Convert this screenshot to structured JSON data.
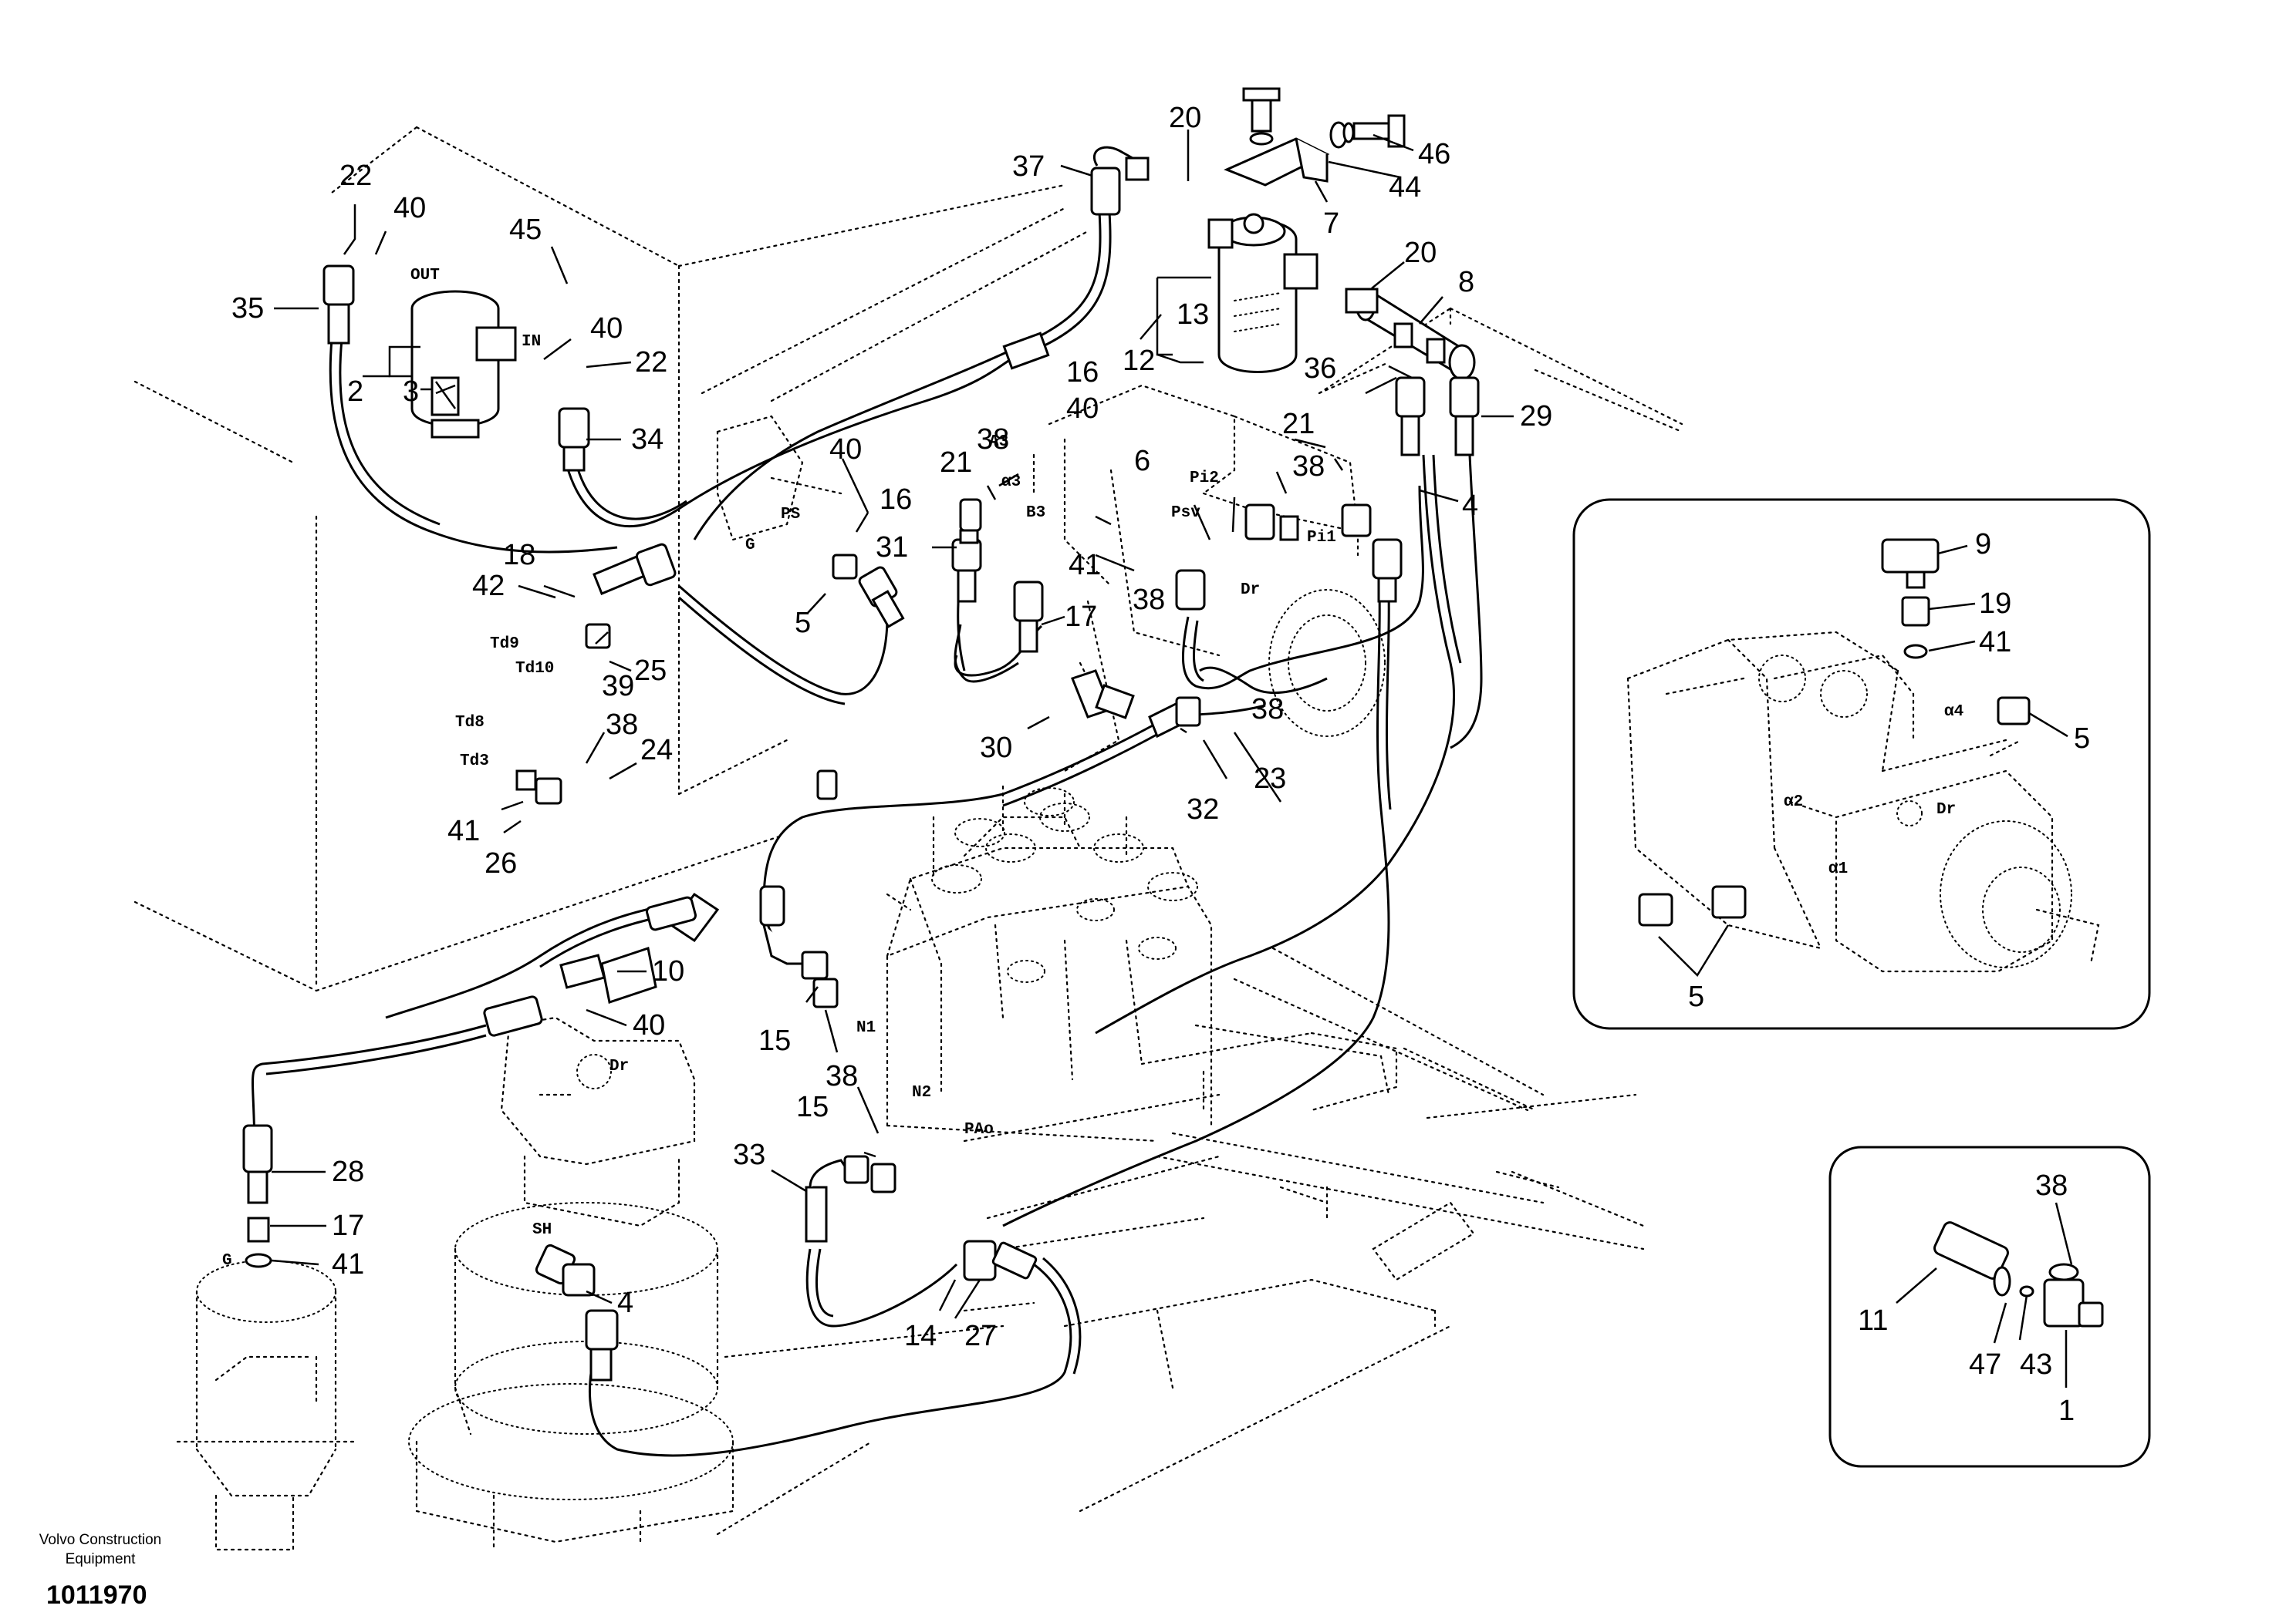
{
  "footer": {
    "brand_line1": "Volvo Construction",
    "brand_line2": "Equipment",
    "drawing_number": "1011970"
  },
  "port_labels": [
    {
      "id": "out",
      "text": "OUT"
    },
    {
      "id": "in",
      "text": "IN"
    },
    {
      "id": "a3",
      "text": "A3"
    },
    {
      "id": "ps",
      "text": "PS"
    },
    {
      "id": "g-pump",
      "text": "G"
    },
    {
      "id": "alpha3",
      "text": "α3"
    },
    {
      "id": "b3",
      "text": "B3"
    },
    {
      "id": "psv",
      "text": "Psv"
    },
    {
      "id": "pi2",
      "text": "Pi2"
    },
    {
      "id": "pi1",
      "text": "Pi1"
    },
    {
      "id": "dr-pump",
      "text": "Dr"
    },
    {
      "id": "td9",
      "text": "Td9"
    },
    {
      "id": "td10",
      "text": "Td10"
    },
    {
      "id": "td8",
      "text": "Td8"
    },
    {
      "id": "td3",
      "text": "Td3"
    },
    {
      "id": "n1",
      "text": "N1"
    },
    {
      "id": "n2",
      "text": "N2"
    },
    {
      "id": "pao",
      "text": "PAo"
    },
    {
      "id": "dr-motor",
      "text": "Dr"
    },
    {
      "id": "sh",
      "text": "SH"
    },
    {
      "id": "g-swivel",
      "text": "G"
    },
    {
      "id": "alpha4",
      "text": "α4"
    },
    {
      "id": "alpha2",
      "text": "α2"
    },
    {
      "id": "alpha1",
      "text": "α1"
    },
    {
      "id": "dr-detail",
      "text": "Dr"
    }
  ],
  "callouts": [
    {
      "id": "c22a",
      "text": "22"
    },
    {
      "id": "c40a",
      "text": "40"
    },
    {
      "id": "c35",
      "text": "35"
    },
    {
      "id": "c45",
      "text": "45"
    },
    {
      "id": "c40b",
      "text": "40"
    },
    {
      "id": "c22b",
      "text": "22"
    },
    {
      "id": "c2",
      "text": "2"
    },
    {
      "id": "c3",
      "text": "3"
    },
    {
      "id": "c34",
      "text": "34"
    },
    {
      "id": "c37",
      "text": "37"
    },
    {
      "id": "c20a",
      "text": "20"
    },
    {
      "id": "c46",
      "text": "46"
    },
    {
      "id": "c44",
      "text": "44"
    },
    {
      "id": "c7",
      "text": "7"
    },
    {
      "id": "c20b",
      "text": "20"
    },
    {
      "id": "c8",
      "text": "8"
    },
    {
      "id": "c13",
      "text": "13"
    },
    {
      "id": "c12",
      "text": "12"
    },
    {
      "id": "c16a",
      "text": "16"
    },
    {
      "id": "c40c",
      "text": "40"
    },
    {
      "id": "c36",
      "text": "36"
    },
    {
      "id": "c29",
      "text": "29"
    },
    {
      "id": "c21a",
      "text": "21"
    },
    {
      "id": "c38a",
      "text": "38"
    },
    {
      "id": "c21b",
      "text": "21"
    },
    {
      "id": "c38b",
      "text": "38"
    },
    {
      "id": "c4a",
      "text": "4"
    },
    {
      "id": "c6",
      "text": "6"
    },
    {
      "id": "c40d",
      "text": "40"
    },
    {
      "id": "c16b",
      "text": "16"
    },
    {
      "id": "c31",
      "text": "31"
    },
    {
      "id": "c41a",
      "text": "41"
    },
    {
      "id": "c17a",
      "text": "17"
    },
    {
      "id": "c38c",
      "text": "38"
    },
    {
      "id": "c5a",
      "text": "5"
    },
    {
      "id": "c18",
      "text": "18"
    },
    {
      "id": "c42",
      "text": "42"
    },
    {
      "id": "c25",
      "text": "25"
    },
    {
      "id": "c39",
      "text": "39"
    },
    {
      "id": "c38d",
      "text": "38"
    },
    {
      "id": "c38e",
      "text": "38"
    },
    {
      "id": "c24",
      "text": "24"
    },
    {
      "id": "c41b",
      "text": "41"
    },
    {
      "id": "c26",
      "text": "26"
    },
    {
      "id": "c30",
      "text": "30"
    },
    {
      "id": "c32",
      "text": "32"
    },
    {
      "id": "c23",
      "text": "23"
    },
    {
      "id": "c10",
      "text": "10"
    },
    {
      "id": "c40e",
      "text": "40"
    },
    {
      "id": "c15a",
      "text": "15"
    },
    {
      "id": "c38f",
      "text": "38"
    },
    {
      "id": "c15b",
      "text": "15"
    },
    {
      "id": "c33",
      "text": "33"
    },
    {
      "id": "c28",
      "text": "28"
    },
    {
      "id": "c17b",
      "text": "17"
    },
    {
      "id": "c41c",
      "text": "41"
    },
    {
      "id": "c4b",
      "text": "4"
    },
    {
      "id": "c14",
      "text": "14"
    },
    {
      "id": "c27",
      "text": "27"
    },
    {
      "id": "c9",
      "text": "9"
    },
    {
      "id": "c19",
      "text": "19"
    },
    {
      "id": "c41d",
      "text": "41"
    },
    {
      "id": "c5b",
      "text": "5"
    },
    {
      "id": "c5c",
      "text": "5"
    },
    {
      "id": "c38g",
      "text": "38"
    },
    {
      "id": "c11",
      "text": "11"
    },
    {
      "id": "c47",
      "text": "47"
    },
    {
      "id": "c43",
      "text": "43"
    },
    {
      "id": "c1",
      "text": "1"
    }
  ]
}
